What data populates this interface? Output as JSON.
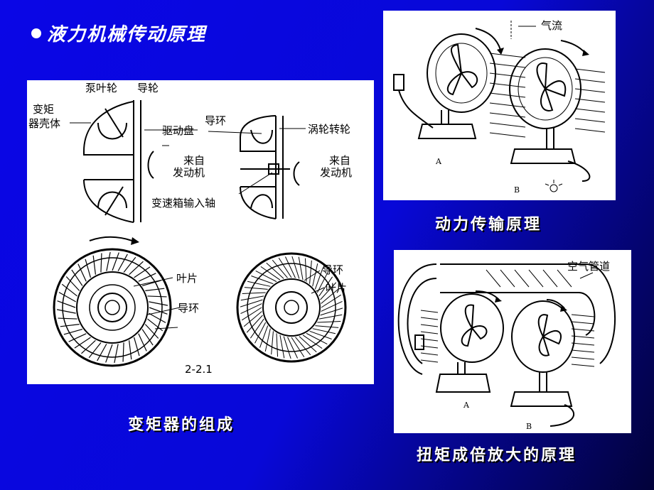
{
  "slide": {
    "title": "液力机械传动原理"
  },
  "left_panel": {
    "caption": "变矩器的组成",
    "labels": {
      "pump": "泵叶轮",
      "stator": "导轮",
      "housing_1": "变矩",
      "housing_2": "器壳体",
      "drive_plate": "驱动盘",
      "guide_ring_top": "导环",
      "turbine": "涡轮转轮",
      "from_engine_1a": "来自",
      "from_engine_1b": "发动机",
      "from_engine_2a": "来自",
      "from_engine_2b": "发动机",
      "gearbox_shaft": "变速箱输入轴",
      "blade_left": "叶片",
      "guide_ring_left": "导环",
      "guide_ring_right": "导环",
      "blade_right": "叶片",
      "figure_number": "2-2.1"
    }
  },
  "right_top_panel": {
    "caption": "动力传输原理",
    "labels": {
      "airflow": "气流",
      "fan_a": "A",
      "fan_b": "B"
    }
  },
  "right_bottom_panel": {
    "caption": "扭矩成倍放大的原理",
    "labels": {
      "air_duct": "空气管道",
      "fan_a": "A",
      "fan_b": "B"
    }
  }
}
